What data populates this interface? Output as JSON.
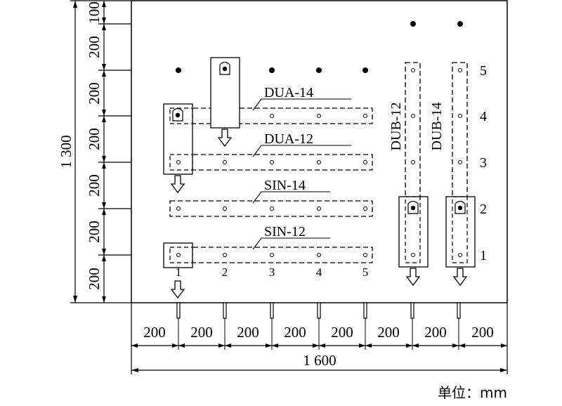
{
  "vertical_dims": {
    "total": "1 300",
    "segments": [
      "100",
      "200",
      "200",
      "200",
      "200",
      "200",
      "200"
    ]
  },
  "horizontal_dims": {
    "total": "1 600",
    "segments": [
      "200",
      "200",
      "200",
      "200",
      "200",
      "200",
      "200",
      "200"
    ]
  },
  "row_labels": [
    "5",
    "4",
    "3",
    "2",
    "1"
  ],
  "column_labels": [
    "1",
    "2",
    "3",
    "4",
    "5"
  ],
  "specimen_labels": {
    "dua14": "DUA-14",
    "dua12": "DUA-12",
    "sin14": "SIN-14",
    "sin12": "SIN-12",
    "dub12": "DUB-12",
    "dub14": "DUB-14"
  },
  "unit_label": "单位：mm"
}
